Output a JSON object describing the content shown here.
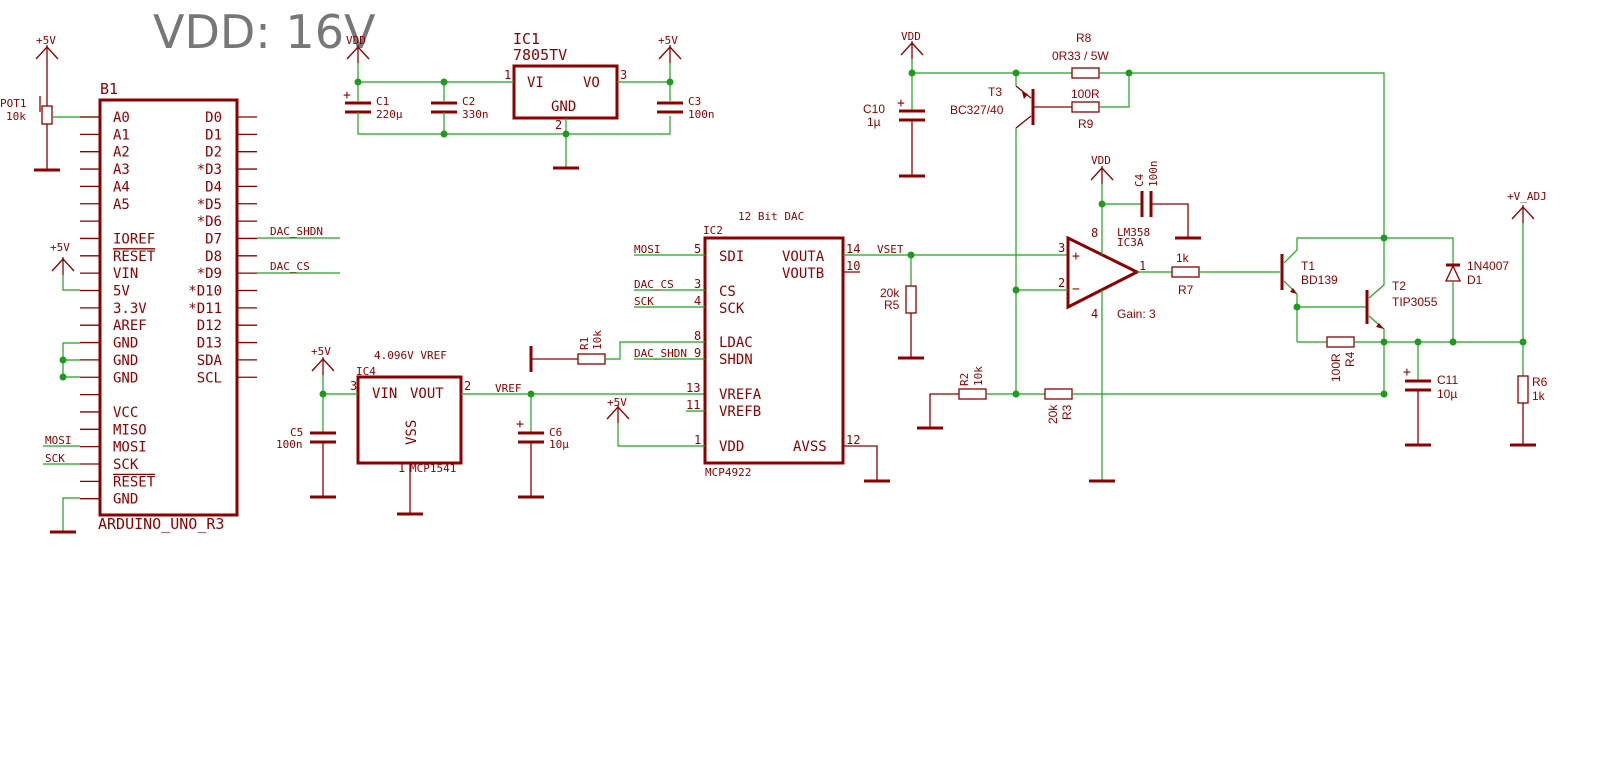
{
  "title": "VDD: 16V",
  "supply": {
    "vdd": "VDD",
    "p5": "+5V",
    "vadj": "+V_ADJ"
  },
  "b1": {
    "ref": "B1",
    "name": "ARDUINO_UNO_R3",
    "left_pins": [
      "A0",
      "A1",
      "A2",
      "A3",
      "A4",
      "A5",
      "",
      "IOREF",
      "RESET",
      "VIN",
      "5V",
      "3.3V",
      "AREF",
      "GND",
      "GND",
      "GND",
      "",
      "VCC",
      "MISO",
      "MOSI",
      "SCK",
      "RESET",
      "GND"
    ],
    "right_pins": [
      "D0",
      "D1",
      "D2",
      "*D3",
      "D4",
      "*D5",
      "*D6",
      "D7",
      "D8",
      "*D9",
      "*D10",
      "*D11",
      "D12",
      "D13",
      "SDA",
      "SCL"
    ]
  },
  "pot1": {
    "ref": "POT1",
    "value": "10k"
  },
  "nets": {
    "dac_shdn": "DAC_SHDN",
    "dac_cs": "DAC_CS",
    "mosi": "MOSI",
    "sck": "SCK",
    "vref": "VREF",
    "vset": "VSET"
  },
  "ic1": {
    "ref": "IC1",
    "name": "7805TV",
    "vi": "VI",
    "vo": "VO",
    "gnd": "GND",
    "p1": "1",
    "p2": "2",
    "p3": "3"
  },
  "c1": {
    "ref": "C1",
    "value": "220µ"
  },
  "c2": {
    "ref": "C2",
    "value": "330n"
  },
  "c3": {
    "ref": "C3",
    "value": "100n"
  },
  "ic4": {
    "ref": "IC4",
    "title": "4.096V VREF",
    "name": "MCP1541",
    "vin": "VIN",
    "vout": "VOUT",
    "vss": "VSS",
    "p1": "1",
    "p2": "2",
    "p3": "3"
  },
  "c5": {
    "ref": "C5",
    "value": "100n"
  },
  "c6": {
    "ref": "C6",
    "value": "10µ"
  },
  "ic2": {
    "ref": "IC2",
    "title": "12 Bit DAC",
    "name": "MCP4922",
    "sdi": "SDI",
    "cs": "CS",
    "sck": "SCK",
    "ldac": "LDAC",
    "shdn": "SHDN",
    "vrefa": "VREFA",
    "vrefb": "VREFB",
    "vdd": "VDD",
    "vouta": "VOUTA",
    "voutb": "VOUTB",
    "avss": "AVSS",
    "p5": "5",
    "p3": "3",
    "p4": "4",
    "p8": "8",
    "p9": "9",
    "p13": "13",
    "p11": "11",
    "p1": "1",
    "p14": "14",
    "p10": "10",
    "p12": "12"
  },
  "r1": {
    "ref": "R1",
    "value": "10k"
  },
  "r5": {
    "ref": "R5",
    "value": "20k"
  },
  "r2": {
    "ref": "R2",
    "value": "10k"
  },
  "r3": {
    "ref": "R3",
    "value": "20k"
  },
  "ic3": {
    "ref": "IC3A",
    "name": "LM358",
    "gain": "Gain: 3",
    "p1": "1",
    "p2": "2",
    "p3": "3",
    "p4": "4",
    "p8": "8"
  },
  "c4": {
    "ref": "C4",
    "value": "100n"
  },
  "c10": {
    "ref": "C10",
    "value": "1µ"
  },
  "t3": {
    "ref": "T3",
    "value": "BC327/40"
  },
  "r8": {
    "ref": "R8",
    "value": "0R33 / 5W"
  },
  "r9": {
    "ref": "R9",
    "value": "100R"
  },
  "r7": {
    "ref": "R7",
    "value": "1k"
  },
  "t1": {
    "ref": "T1",
    "value": "BD139"
  },
  "t2": {
    "ref": "T2",
    "value": "TIP3055"
  },
  "r4": {
    "ref": "R4",
    "value": "100R"
  },
  "d1": {
    "ref": "D1",
    "value": "1N4007"
  },
  "c11": {
    "ref": "C11",
    "value": "10µ"
  },
  "r6": {
    "ref": "R6",
    "value": "1k"
  },
  "colors": {
    "part": "#8b0000",
    "wire": "#1fa31f",
    "title": "#777777"
  }
}
